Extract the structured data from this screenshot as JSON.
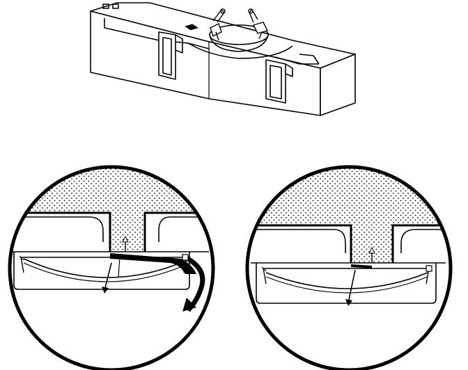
{
  "figure": {
    "panels": [
      {
        "id": "overview",
        "subject": "block-with-bowl-and-clips"
      },
      {
        "id": "detail-left",
        "state": "tilted-with-flow"
      },
      {
        "id": "detail-right",
        "state": "level"
      }
    ]
  },
  "colors": {
    "ink": "#000000",
    "paper": "#ffffff",
    "stipple": "#000000"
  }
}
